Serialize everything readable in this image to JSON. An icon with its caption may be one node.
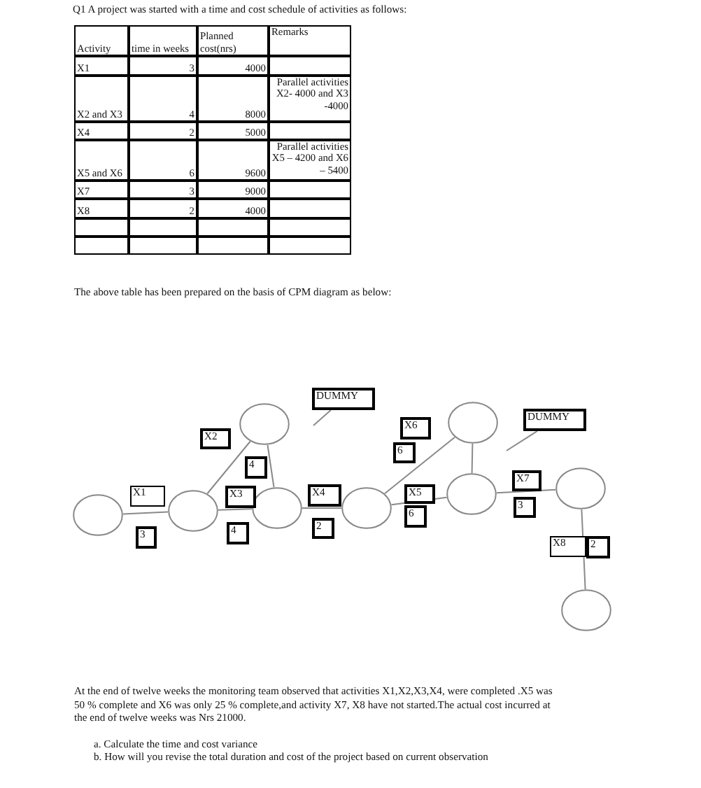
{
  "diagram": {
    "title": "Q1 A project was started with a time and cost schedule of activities as follows:",
    "nodes": [
      {
        "text": [],
        "shape": "circle"
      },
      {
        "text": [],
        "shape": "circle"
      },
      {
        "text": [],
        "shape": "circle"
      },
      {
        "text": [],
        "shape": "circle"
      },
      {
        "text": [],
        "shape": "circle"
      },
      {
        "text": [],
        "shape": "circle"
      },
      {
        "text": [],
        "shape": "circle"
      },
      {
        "text": [],
        "shape": "circle"
      },
      {
        "text": [],
        "shape": "circle"
      },
      {
        "text": [
          "DUMMY"
        ]
      },
      {
        "text": [
          "DUMMY"
        ]
      },
      {
        "text": [
          "X2"
        ]
      },
      {
        "text": [
          "4"
        ]
      },
      {
        "text": [
          "X6"
        ]
      },
      {
        "text": [
          "6"
        ]
      },
      {
        "text": [
          "X1"
        ]
      },
      {
        "text": [
          "X3"
        ]
      },
      {
        "text": [
          "X4"
        ]
      },
      {
        "text": [
          "X5"
        ]
      },
      {
        "text": [
          "X7"
        ]
      },
      {
        "text": [
          "3"
        ]
      },
      {
        "text": [
          "4"
        ]
      },
      {
        "text": [
          "2"
        ]
      },
      {
        "text": [
          "6"
        ]
      },
      {
        "text": [
          "3"
        ]
      },
      {
        "text": [
          "X8"
        ]
      },
      {
        "text": [
          "2"
        ]
      }
    ],
    "edges": [
      {
        "from": 0,
        "to": 1,
        "arrow": "none"
      },
      {
        "from": 1,
        "to": 2,
        "arrow": "none"
      },
      {
        "from": 1,
        "to": 3,
        "arrow": "none"
      },
      {
        "from": 2,
        "to": 3,
        "arrow": "none"
      },
      {
        "from": 3,
        "to": 4,
        "arrow": "none"
      },
      {
        "from": 4,
        "to": 5,
        "arrow": "none"
      },
      {
        "from": 4,
        "to": 6,
        "arrow": "none"
      },
      {
        "from": 5,
        "to": 6,
        "arrow": "none"
      },
      {
        "from": 6,
        "to": 7,
        "arrow": "none"
      },
      {
        "from": 7,
        "to": 8,
        "arrow": "none"
      },
      {
        "from": 9,
        "to": null,
        "arrow": "none"
      },
      {
        "from": 10,
        "to": null,
        "arrow": "none"
      }
    ],
    "labels": [
      "Activity",
      "time in weeks",
      "Planned cost(nrs)",
      "Remarks",
      "X1",
      "3",
      "4000",
      "X2 and X3",
      "4",
      "8000",
      "Parallel activities X2- 4000 and X3 -4000",
      "X4",
      "2",
      "5000",
      "X5 and X6",
      "6",
      "9600",
      "Parallel activities X5 – 4200 and X6 – 5400",
      "X7",
      "3",
      "9000",
      "X8",
      "2",
      "4000",
      "The above table has been prepared on the basis of CPM diagram as below:",
      "At the end of twelve weeks the monitoring team observed that activities X1,X2,X3,X4, were completed .X5 was 50 % complete and X6 was only 25 % complete,and activity X7, X8 have not started.The actual cost incurred at the end of twelve weeks was Nrs 21000.",
      "a. Calculate the time and cost variance",
      "b. How will you revise the total duration and cost of the project based on current observation"
    ]
  }
}
